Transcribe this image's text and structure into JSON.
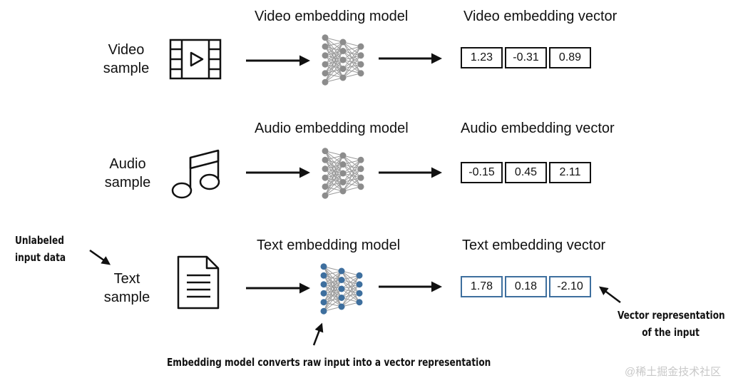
{
  "rows": [
    {
      "sample_label_line1": "Video",
      "sample_label_line2": "sample",
      "icon": "film-strip-icon",
      "model_title": "Video embedding model",
      "vector_title": "Video embedding vector",
      "vector_values": [
        "1.23",
        "-0.31",
        "0.89"
      ]
    },
    {
      "sample_label_line1": "Audio",
      "sample_label_line2": "sample",
      "icon": "music-note-icon",
      "model_title": "Audio embedding model",
      "vector_title": "Audio embedding vector",
      "vector_values": [
        "-0.15",
        "0.45",
        "2.11"
      ]
    },
    {
      "sample_label_line1": "Text",
      "sample_label_line2": "sample",
      "icon": "document-icon",
      "model_title": "Text embedding model",
      "vector_title": "Text embedding vector",
      "vector_values": [
        "1.78",
        "0.18",
        "-2.10"
      ]
    }
  ],
  "annotations": {
    "unlabeled_line1": "Unlabeled",
    "unlabeled_line2": "input data",
    "vector_rep_line1": "Vector representation",
    "vector_rep_line2": "of the input",
    "embedding_model_note": "Embedding model converts raw input into a vector representation"
  },
  "watermark": "@稀土掘金技术社区",
  "colors": {
    "gray_network": "#8c8c8c",
    "blue_network": "#3e6f9e",
    "stroke": "#111111"
  }
}
